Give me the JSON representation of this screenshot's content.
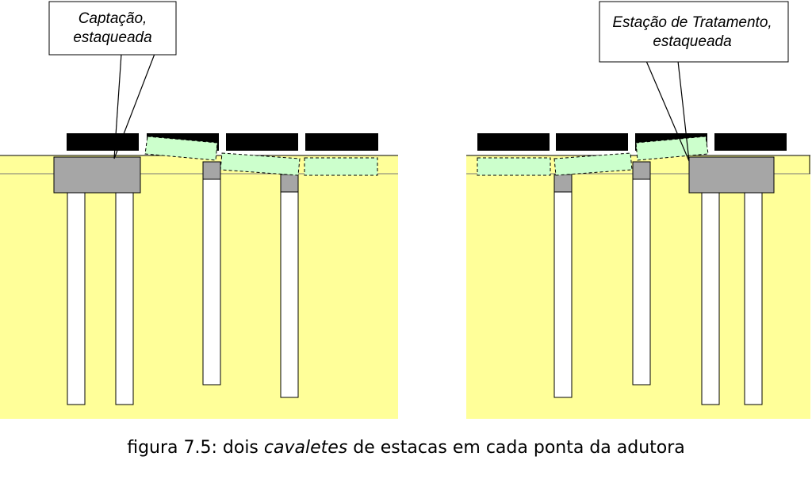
{
  "callouts": {
    "left": {
      "line1": "Captação,",
      "line2": "estaqueada"
    },
    "right": {
      "line1": "Estação de Tratamento,",
      "line2": "estaqueada"
    }
  },
  "caption": {
    "prefix": "figura 7.5: dois ",
    "emphasis": "cavaletes",
    "suffix": " de estacas em cada ponta da adutora"
  },
  "colors": {
    "soil": "#ffff99",
    "pile": "#ffffff",
    "cap": "#a6a6a6",
    "block": "#000000",
    "pipe": "#ccffcc",
    "outline": "#000000"
  }
}
